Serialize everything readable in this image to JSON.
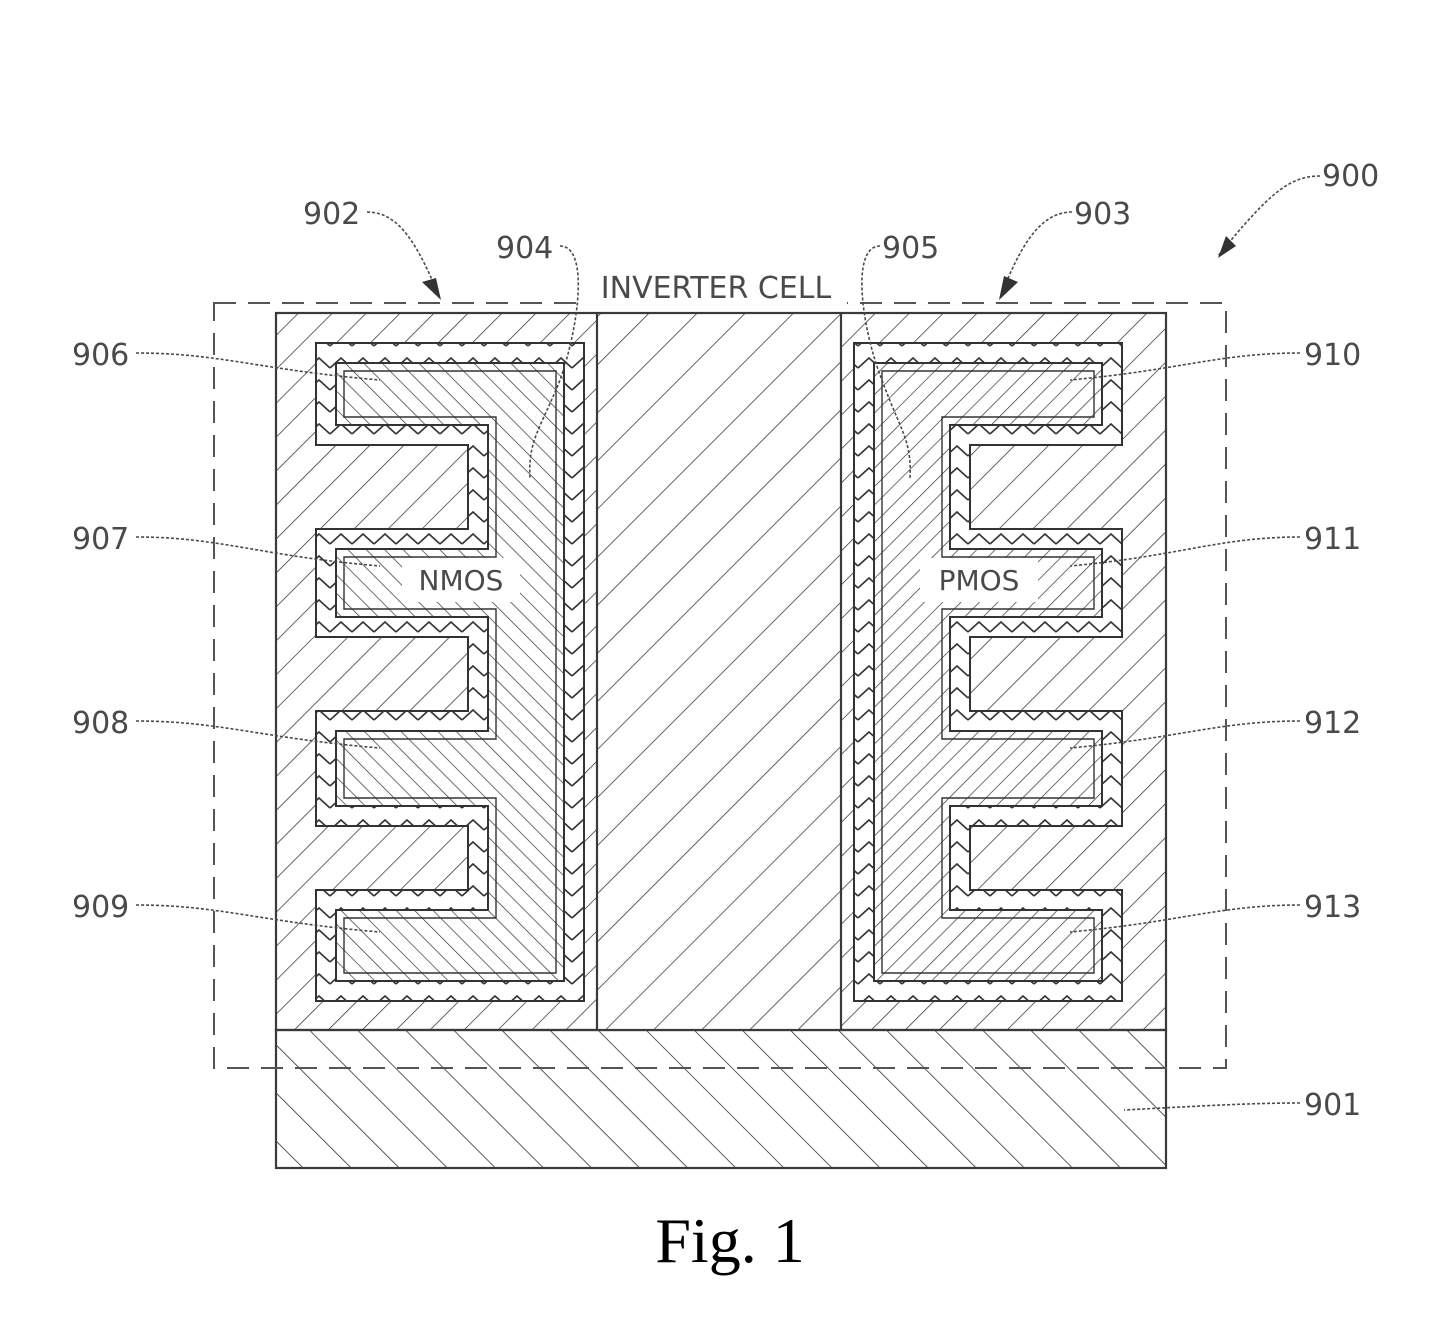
{
  "figure": {
    "caption": "Fig. 1",
    "cell_label": "INVERTER CELL",
    "nmos_label": "NMOS",
    "pmos_label": "PMOS",
    "refs": {
      "r900": "900",
      "r901": "901",
      "r902": "902",
      "r903": "903",
      "r904": "904",
      "r905": "905",
      "r906": "906",
      "r907": "907",
      "r908": "908",
      "r909": "909",
      "r910": "910",
      "r911": "911",
      "r912": "912",
      "r913": "913"
    }
  }
}
